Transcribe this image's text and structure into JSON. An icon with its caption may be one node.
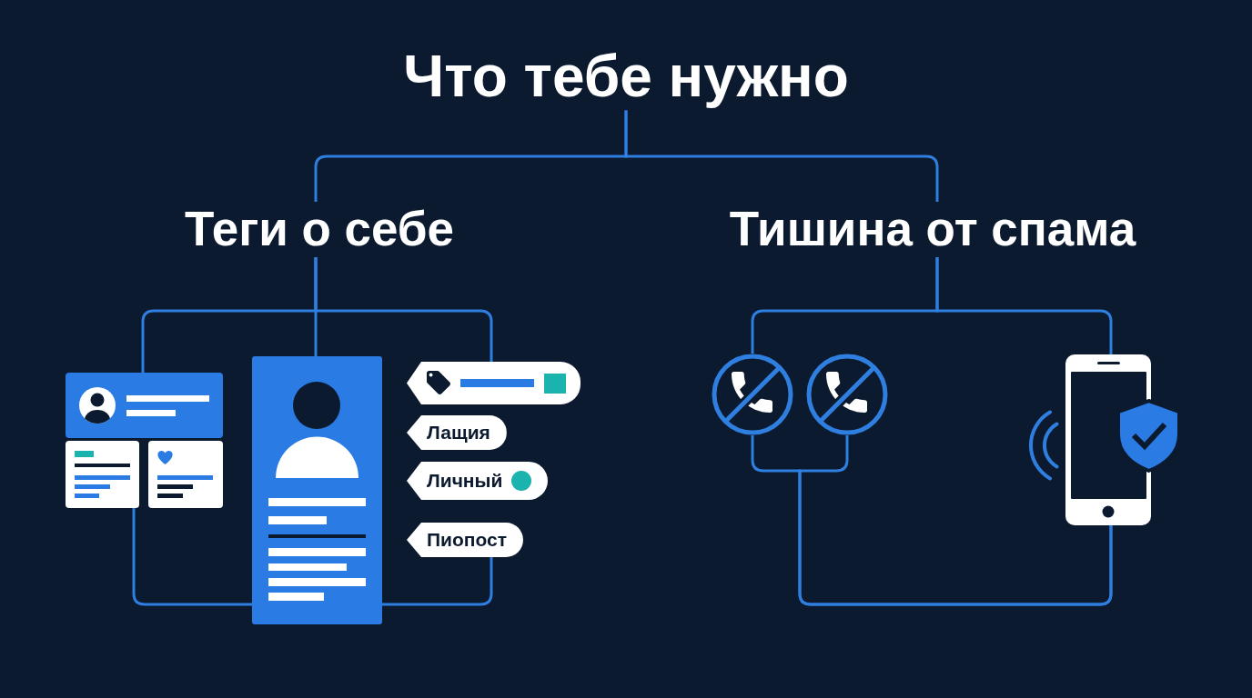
{
  "diagram": {
    "nodes": [
      {
        "text": [
          "Что тебе нужно"
        ]
      },
      {
        "text": [
          "Теги о себе"
        ]
      },
      {
        "text": [
          "Тишина от спама"
        ]
      },
      {
        "text": [],
        "shape": "picture"
      },
      {
        "text": [],
        "shape": "picture"
      },
      {
        "text": [],
        "shape": "picture"
      },
      {
        "text": [],
        "shape": "picture"
      },
      {
        "text": [],
        "shape": "tag"
      },
      {
        "text": [
          "Лащия"
        ]
      },
      {
        "text": [
          "Личный"
        ]
      },
      {
        "text": [
          "Пиопост"
        ]
      },
      {
        "text": [],
        "shape": "picture"
      },
      {
        "text": [],
        "shape": "picture"
      },
      {
        "text": [],
        "shape": "picture"
      }
    ],
    "edges": [
      {
        "from": 0,
        "to": 1,
        "arrow": "none"
      },
      {
        "from": 0,
        "to": 2,
        "arrow": "none"
      },
      {
        "from": 1,
        "to": 3,
        "arrow": "none"
      },
      {
        "from": 1,
        "to": 6,
        "arrow": "none"
      },
      {
        "from": 1,
        "to": 7,
        "arrow": "none"
      },
      {
        "from": 4,
        "to": 6,
        "arrow": "none"
      },
      {
        "from": 6,
        "to": 10,
        "arrow": "none"
      },
      {
        "from": 2,
        "to": 11,
        "arrow": "none"
      },
      {
        "from": 2,
        "to": 13,
        "arrow": "none"
      },
      {
        "from": 11,
        "to": 13,
        "arrow": "none"
      },
      {
        "from": 12,
        "to": 13,
        "arrow": "none"
      }
    ]
  }
}
